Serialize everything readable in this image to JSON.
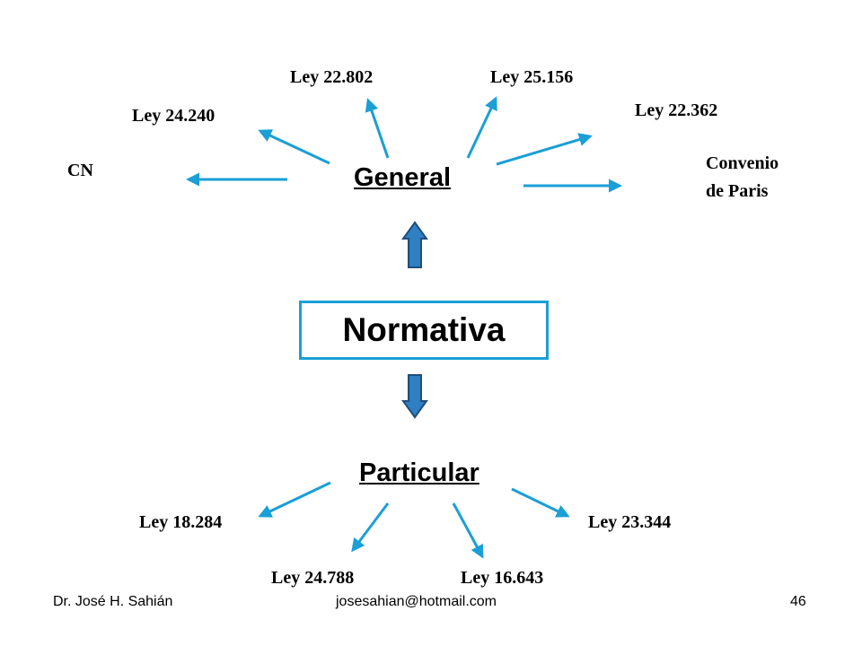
{
  "title": "Normativa",
  "general": {
    "label": "General",
    "items": [
      "CN",
      "Ley 24.240",
      "Ley 22.802",
      "Ley 25.156",
      "Ley 22.362",
      "Convenio",
      "de Paris"
    ]
  },
  "particular": {
    "label": "Particular",
    "items": [
      "Ley 18.284",
      "Ley 24.788",
      "Ley 16.643",
      "Ley 23.344"
    ]
  },
  "footer": {
    "author": "Dr. José H. Sahián",
    "email": "josesahian@hotmail.com",
    "page": "46"
  },
  "colors": {
    "arrow": "#1a9fd6",
    "block_arrow_fill": "#2f7fc4",
    "block_arrow_stroke": "#1f4e79",
    "box_border": "#1a9fd6"
  }
}
